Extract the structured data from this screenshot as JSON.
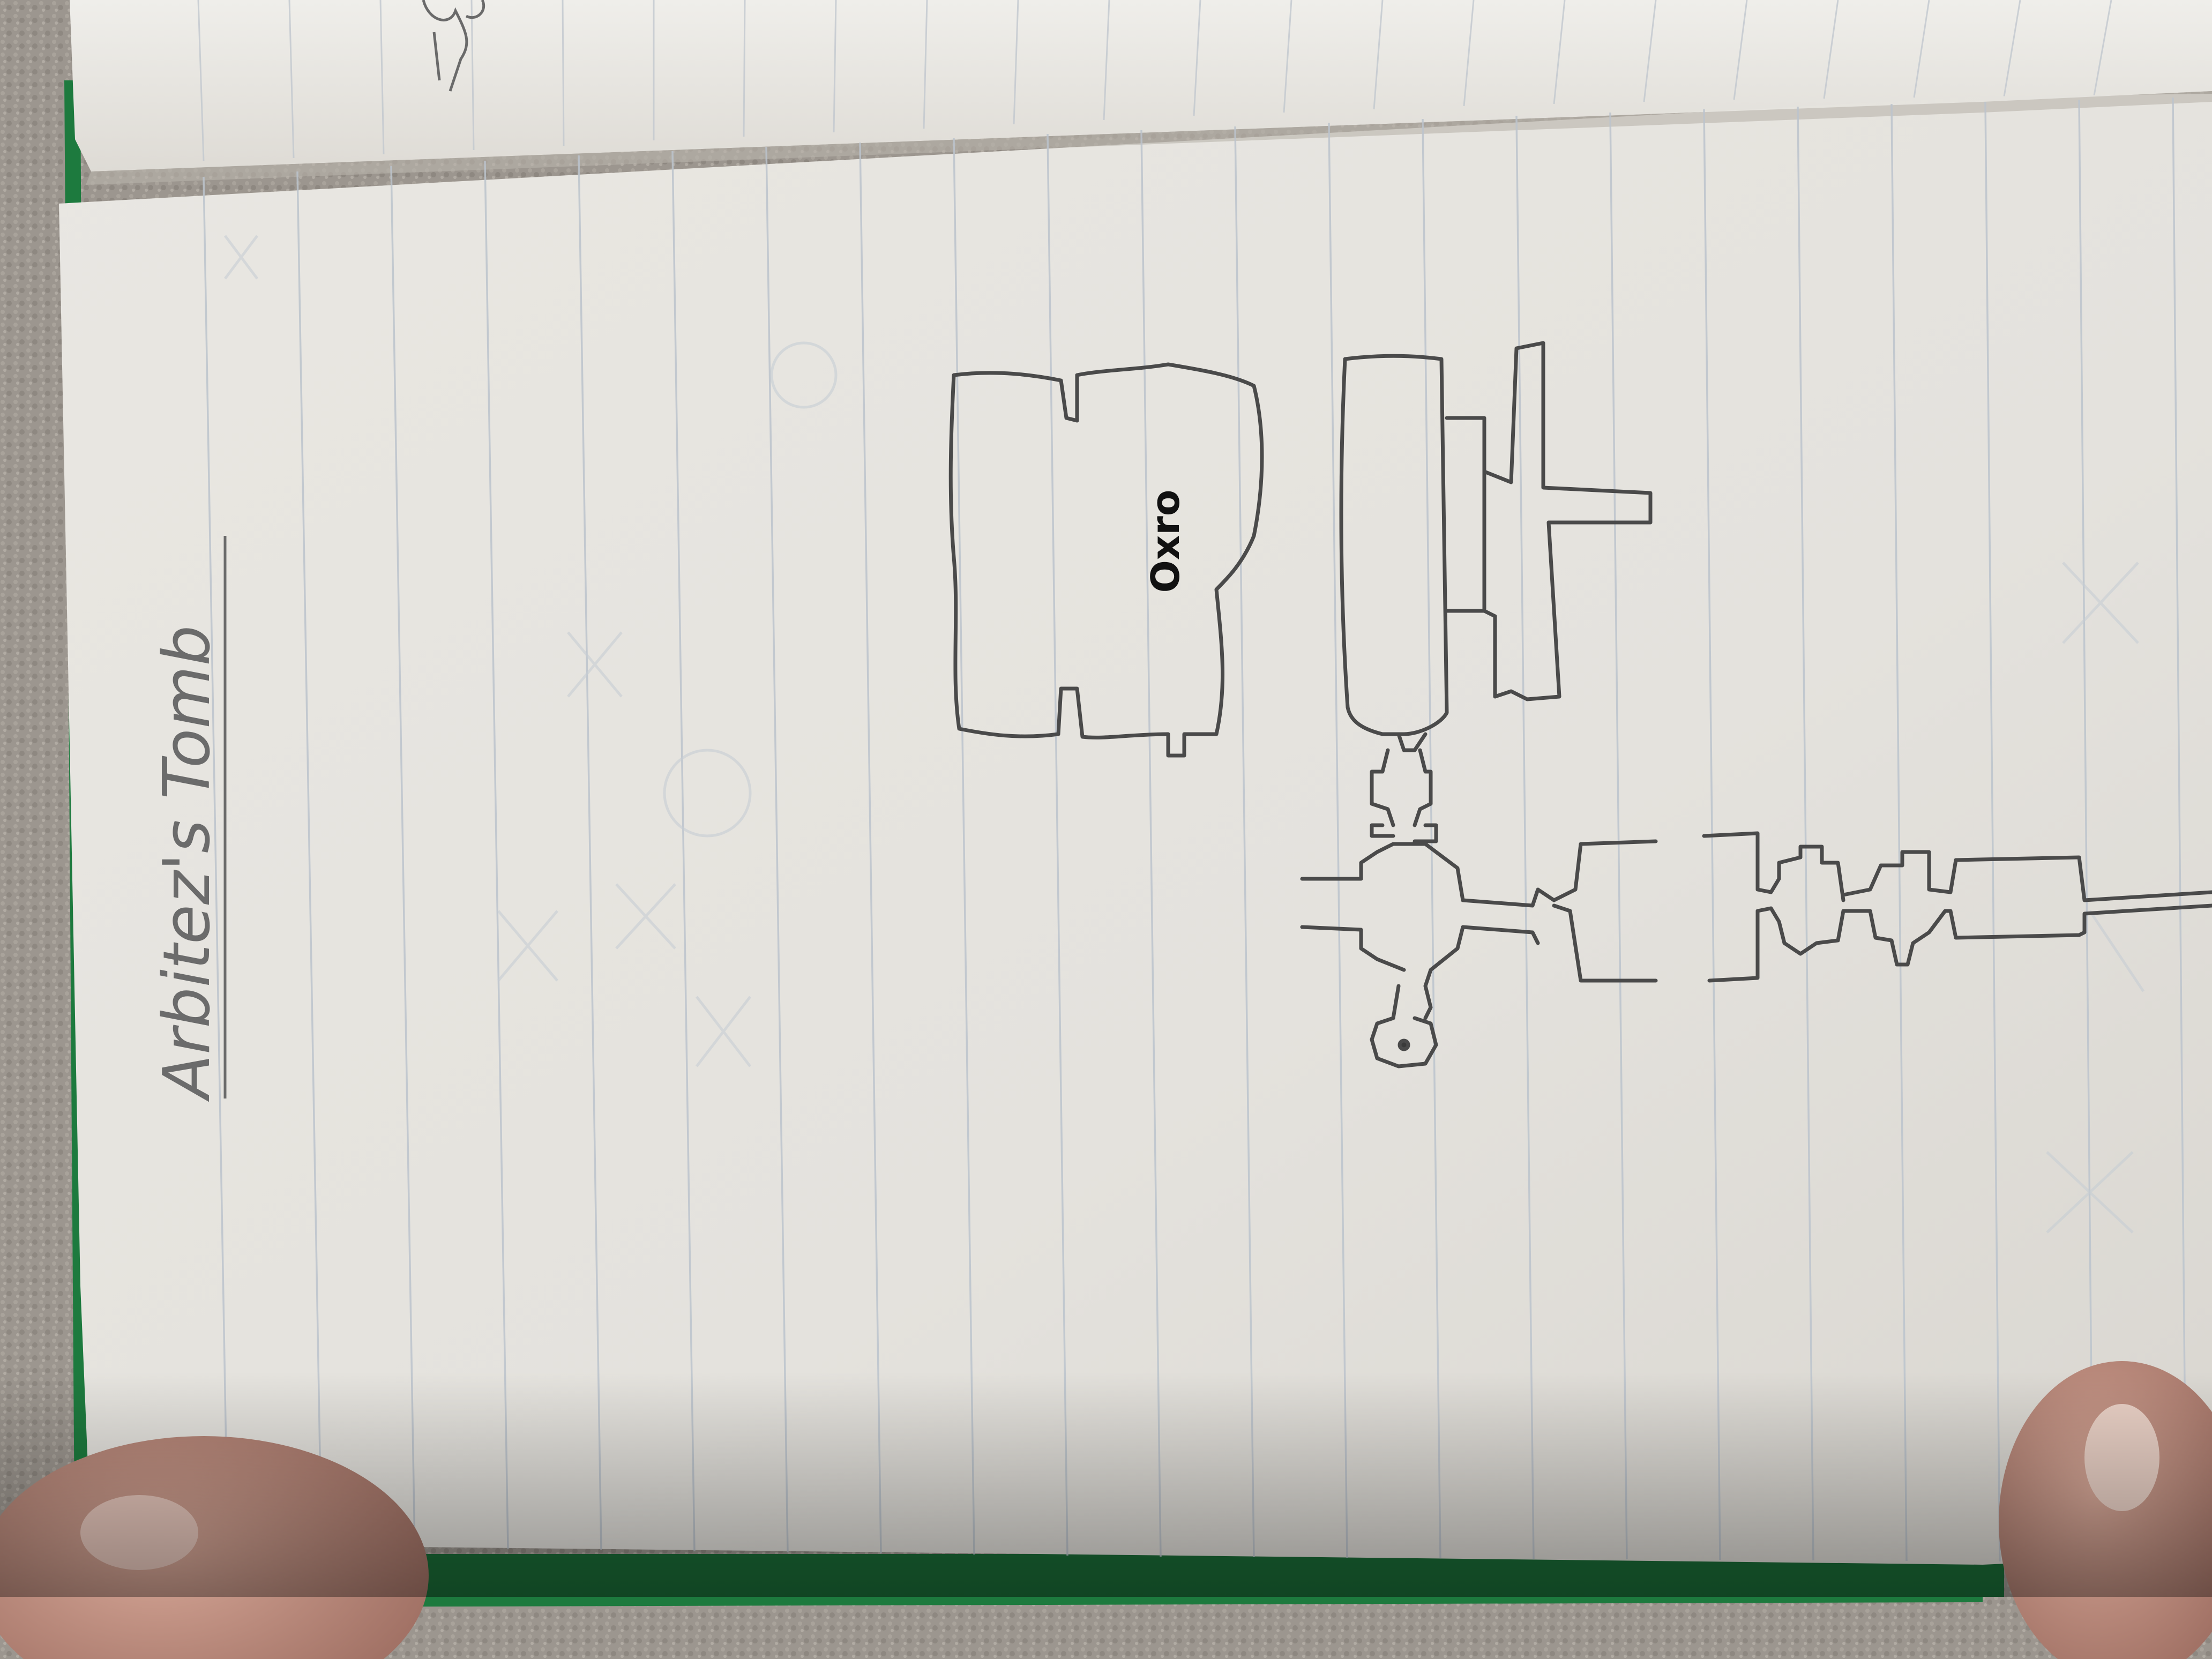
{
  "photo": {
    "subject": "notebook-page-sketch",
    "orientation": "rotated-90-clockwise"
  },
  "notebook": {
    "heading": "Arbitez's Tomb",
    "room_label": "Oxro",
    "colors": {
      "carpet": "#9c968f",
      "page": "#ebe9e4",
      "rule_line": "#b9c2cc",
      "cover": "#1d7a3e",
      "pencil": "#4a4a4a",
      "ink": "#111111",
      "skin": "#b88878",
      "shadow": "#3e3a37"
    }
  }
}
